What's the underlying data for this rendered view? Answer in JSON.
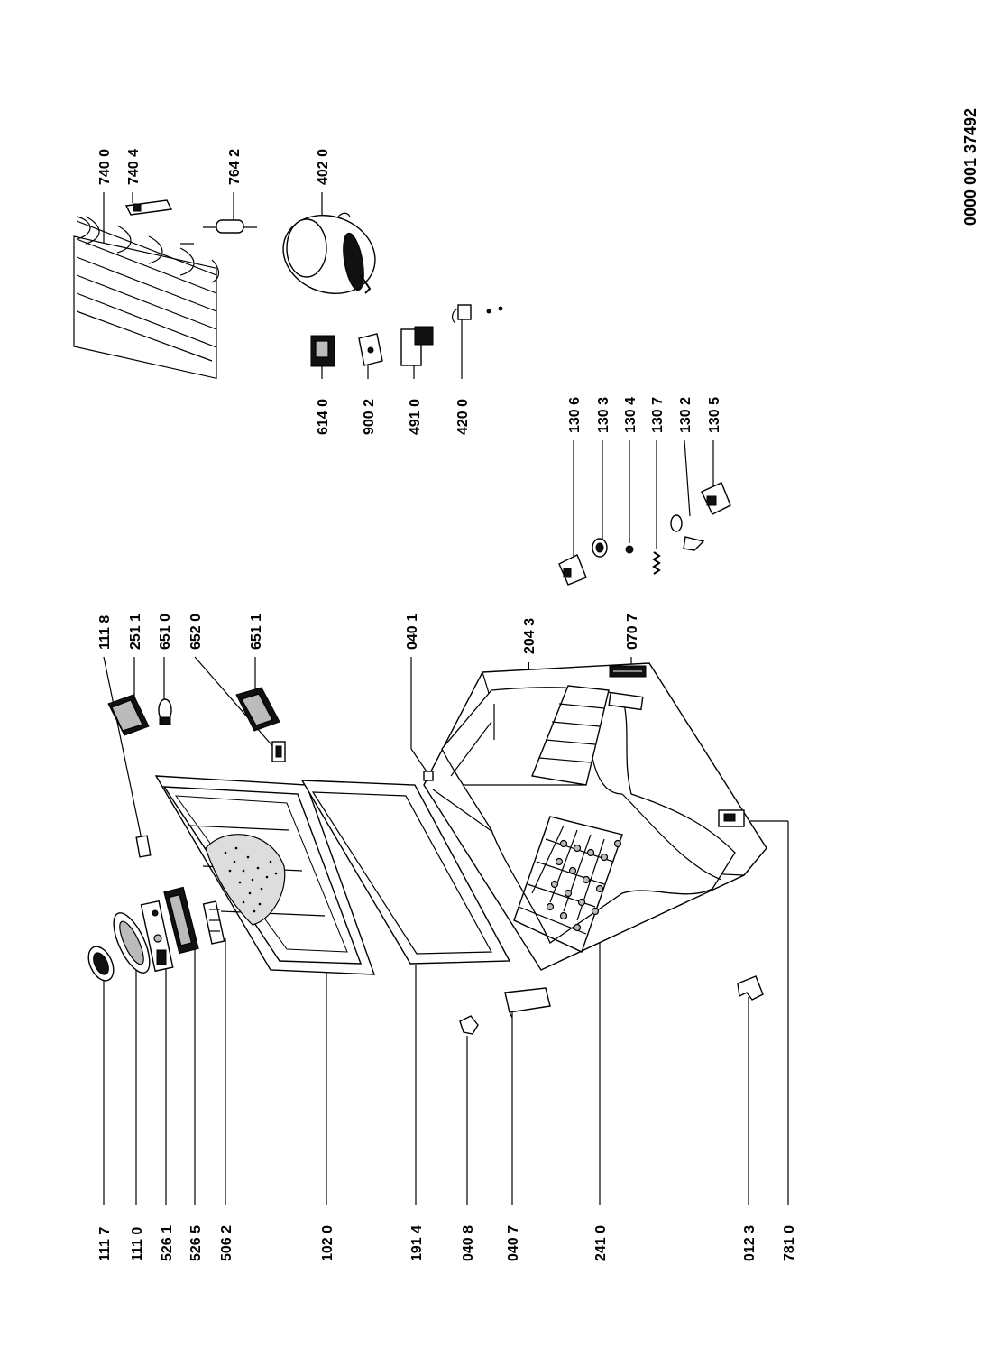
{
  "document_number": "0000 001 37492",
  "parts": {
    "p_1117": "111 7",
    "p_1110": "111 0",
    "p_5261": "526 1",
    "p_5265": "526 5",
    "p_5062": "506 2",
    "p_1020": "102 0",
    "p_1914": "191 4",
    "p_0408": "040 8",
    "p_0407": "040 7",
    "p_2410": "241 0",
    "p_0123": "012 3",
    "p_7810": "781 0",
    "p_1118": "111 8",
    "p_2511": "251 1",
    "p_6510": "651 0",
    "p_6520": "652 0",
    "p_6511": "651 1",
    "p_0401": "040 1",
    "p_2043": "204 3",
    "p_0707": "070 7",
    "p_1306": "130 6",
    "p_1303": "130 3",
    "p_1304": "130 4",
    "p_1307": "130 7",
    "p_1302": "130 2",
    "p_1305": "130 5",
    "p_6140": "614 0",
    "p_9002": "900 2",
    "p_4910": "491 0",
    "p_4200": "420 0",
    "p_7400": "740 0",
    "p_7404": "740 4",
    "p_7642": "764 2",
    "p_4020": "402 0"
  }
}
